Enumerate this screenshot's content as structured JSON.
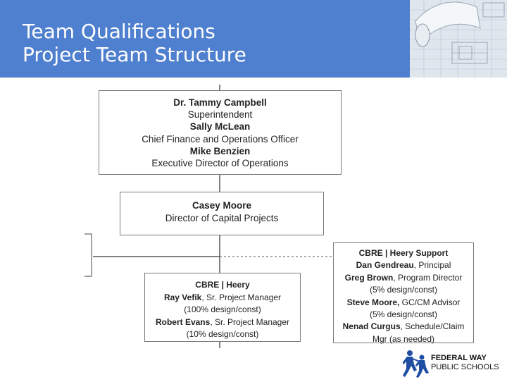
{
  "header": {
    "title_line1": "Team Qualifications",
    "title_line2": "Project Team Structure"
  },
  "org_chart": {
    "district_leadership": {
      "lines": [
        {
          "text": "Dr. Tammy Campbell",
          "bold": true
        },
        {
          "text": "Superintendent",
          "bold": false
        },
        {
          "text": "Sally McLean",
          "bold": true
        },
        {
          "text": "Chief Finance and Operations Officer",
          "bold": false
        },
        {
          "text": "Mike Benzien",
          "bold": true
        },
        {
          "text": "Executive Director of Operations",
          "bold": false
        }
      ]
    },
    "capital_projects": {
      "name": "Casey Moore",
      "title": "Director of Capital Projects"
    },
    "cbre_heery": {
      "heading": "CBRE | Heery",
      "member1_name": "Ray Vefik",
      "member1_role": ", Sr. Project Manager",
      "member1_alloc": "(100% design/const)",
      "member2_name": "Robert Evans",
      "member2_role": ", Sr. Project Manager",
      "member2_alloc": "(10% design/const)"
    },
    "cbre_heery_support": {
      "heading": "CBRE | Heery Support",
      "m1_name": "Dan Gendreau",
      "m1_role": ", Principal",
      "m2_name": "Greg Brown",
      "m2_role": ", Program Director",
      "m2_alloc": "(5% design/const)",
      "m3_name": "Steve Moore,",
      "m3_role": " GC/CM Advisor",
      "m3_alloc": "(5% design/const)",
      "m4_name": "Nenad Curgus",
      "m4_role": ", Schedule/Claim",
      "m4_cont": "Mgr (as needed)"
    }
  },
  "logo": {
    "line1": "FEDERAL WAY",
    "line2": "PUBLIC SCHOOLS",
    "icon": "children-running-icon"
  },
  "colors": {
    "header_bg": "#4f7fcf",
    "logo_blue": "#1f4ea3",
    "box_border": "#7a7a7a"
  }
}
